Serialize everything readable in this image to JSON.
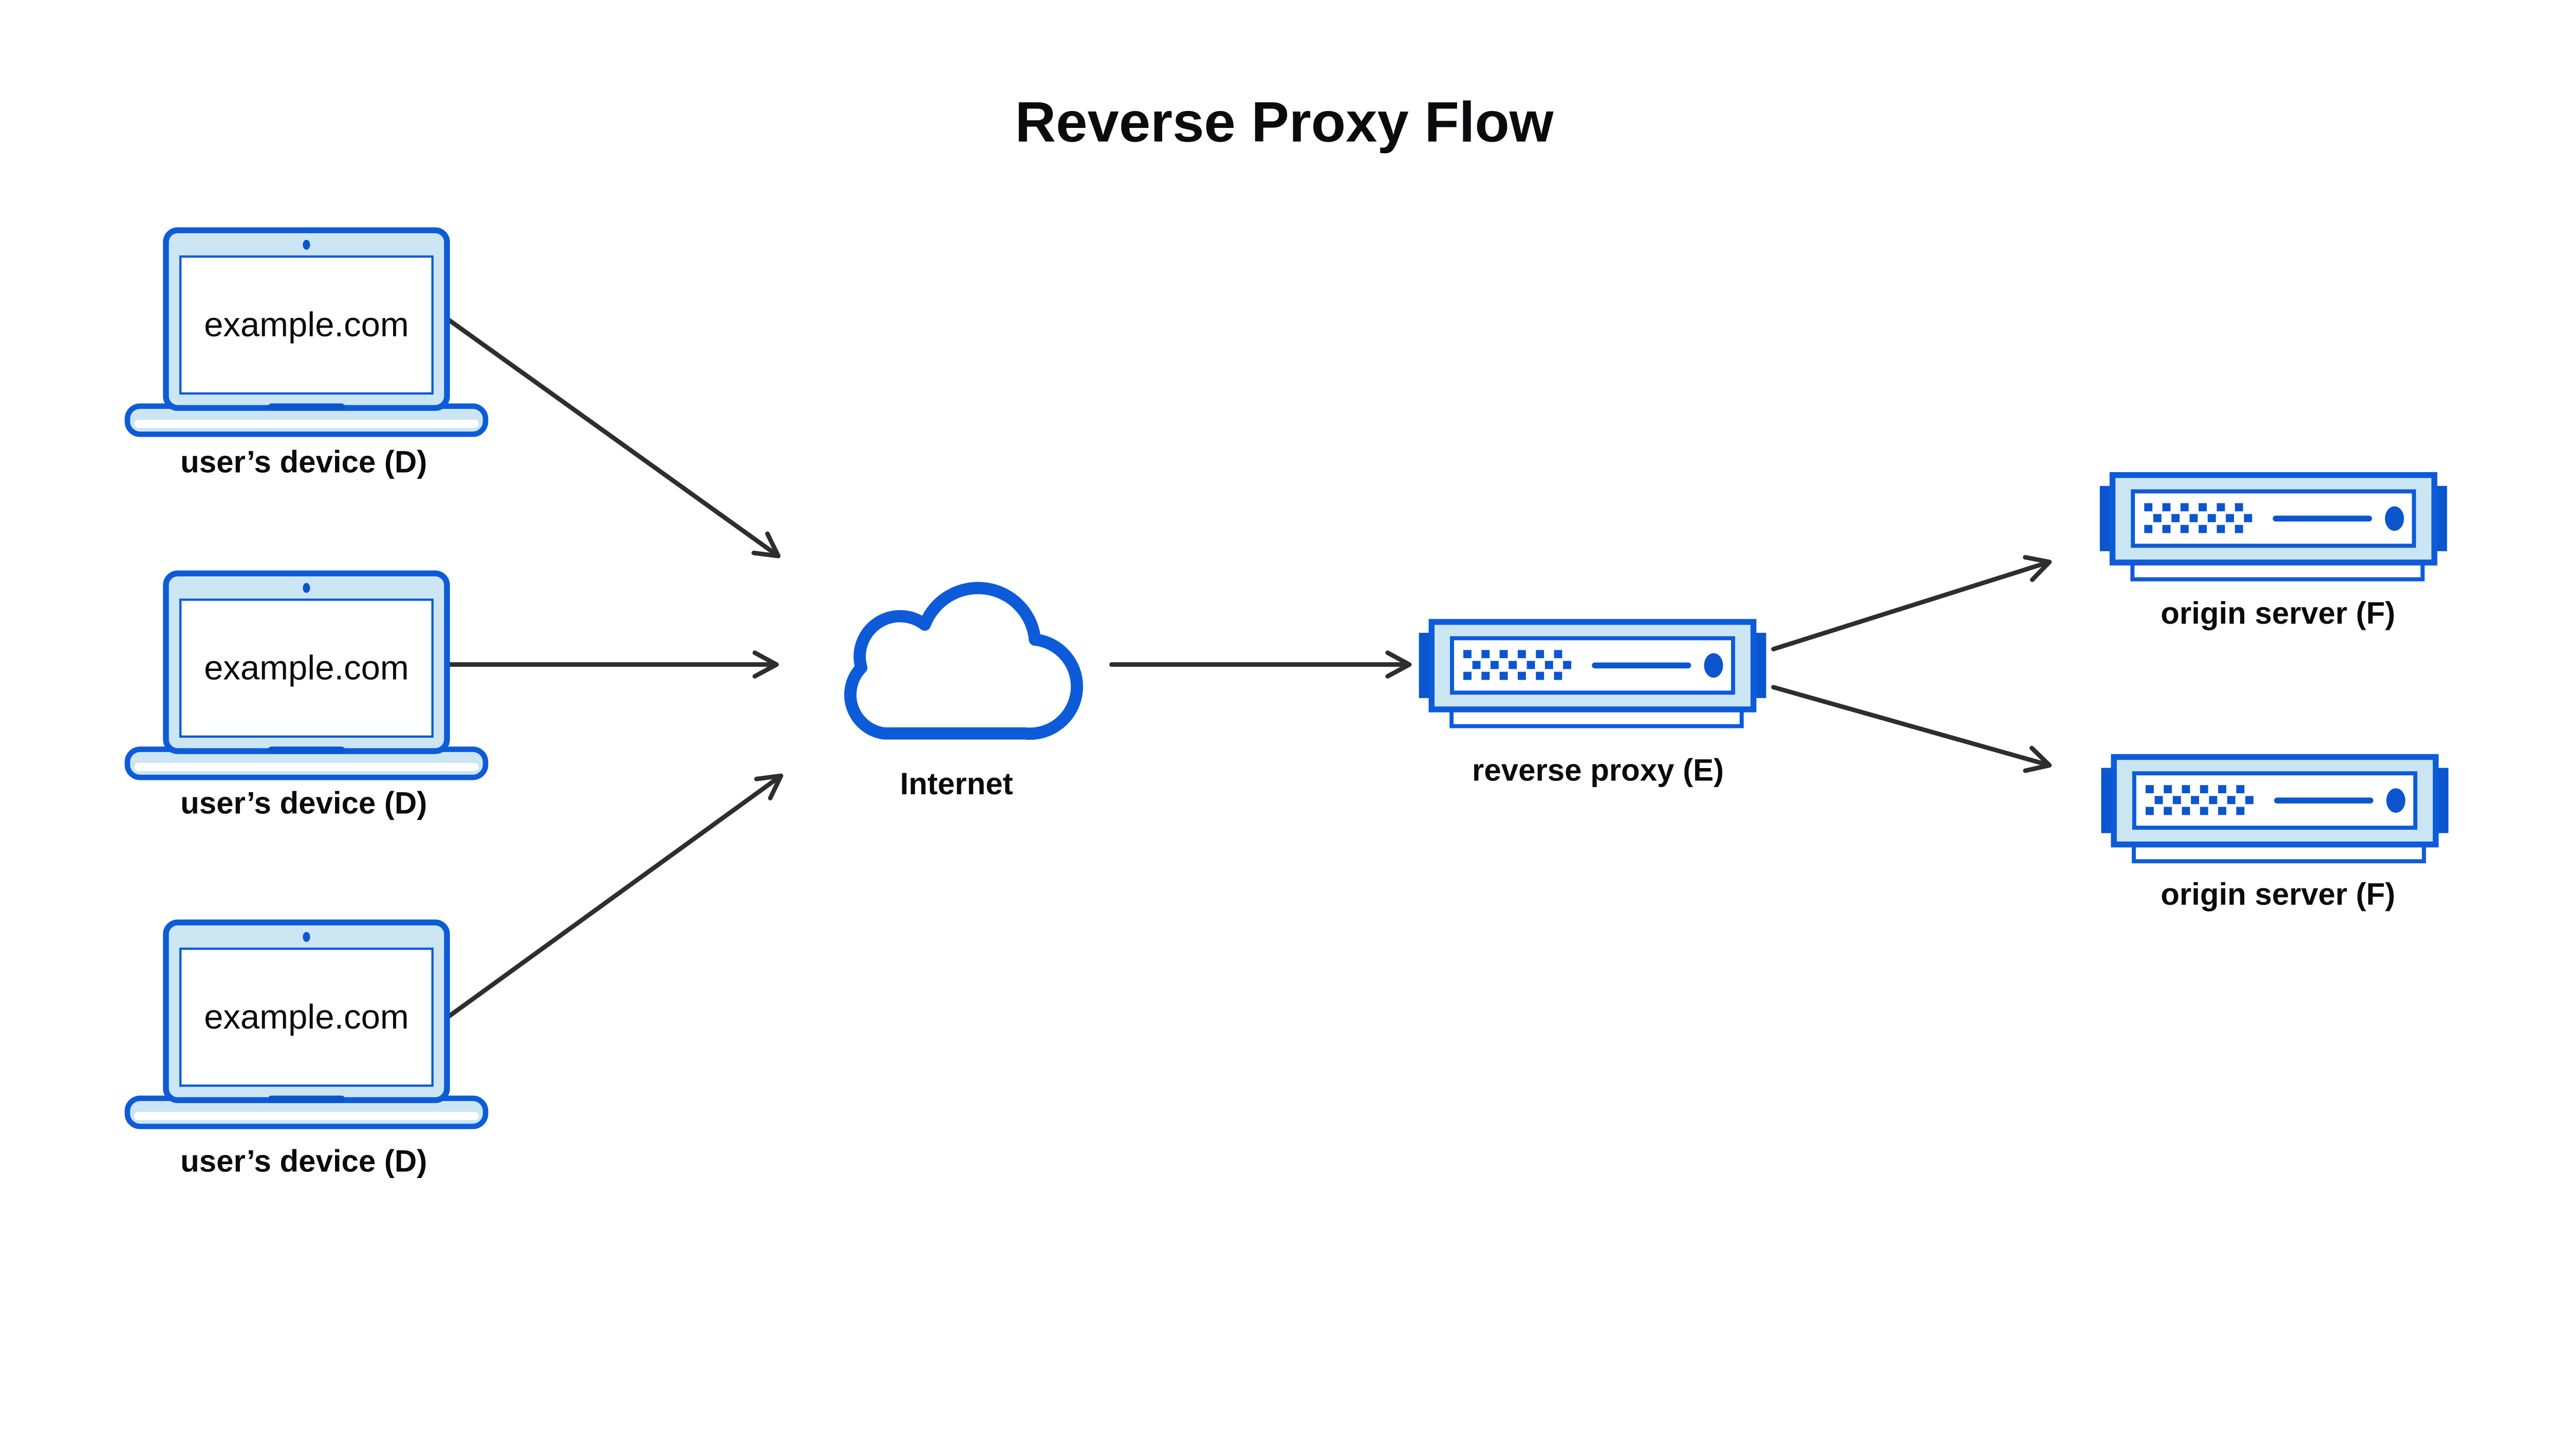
{
  "title": "Reverse Proxy Flow",
  "colors": {
    "outline_blue": "#0d5bd8",
    "accent_blue": "#0b55cf",
    "light_blue_fill": "#cbe6f2",
    "screen_white": "#ffffff",
    "arrow_gray": "#2e2e2e",
    "text_black": "#0b0b0d",
    "background": "#ffffff"
  },
  "nodes": {
    "device1": {
      "label": "user’s device (D)",
      "screen_text": "example.com",
      "icon": "laptop-icon"
    },
    "device2": {
      "label": "user’s device (D)",
      "screen_text": "example.com",
      "icon": "laptop-icon"
    },
    "device3": {
      "label": "user’s device (D)",
      "screen_text": "example.com",
      "icon": "laptop-icon"
    },
    "internet": {
      "label": "Internet",
      "icon": "cloud-icon"
    },
    "proxy": {
      "label": "reverse proxy (E)",
      "icon": "server-icon"
    },
    "origin1": {
      "label": "origin server (F)",
      "icon": "server-icon"
    },
    "origin2": {
      "label": "origin server (F)",
      "icon": "server-icon"
    }
  },
  "edges": [
    {
      "from": "user's device (D) #1",
      "to": "Internet"
    },
    {
      "from": "user's device (D) #2",
      "to": "Internet"
    },
    {
      "from": "user's device (D) #3",
      "to": "Internet"
    },
    {
      "from": "Internet",
      "to": "reverse proxy (E)"
    },
    {
      "from": "reverse proxy (E)",
      "to": "origin server (F) #1"
    },
    {
      "from": "reverse proxy (E)",
      "to": "origin server (F) #2"
    }
  ]
}
